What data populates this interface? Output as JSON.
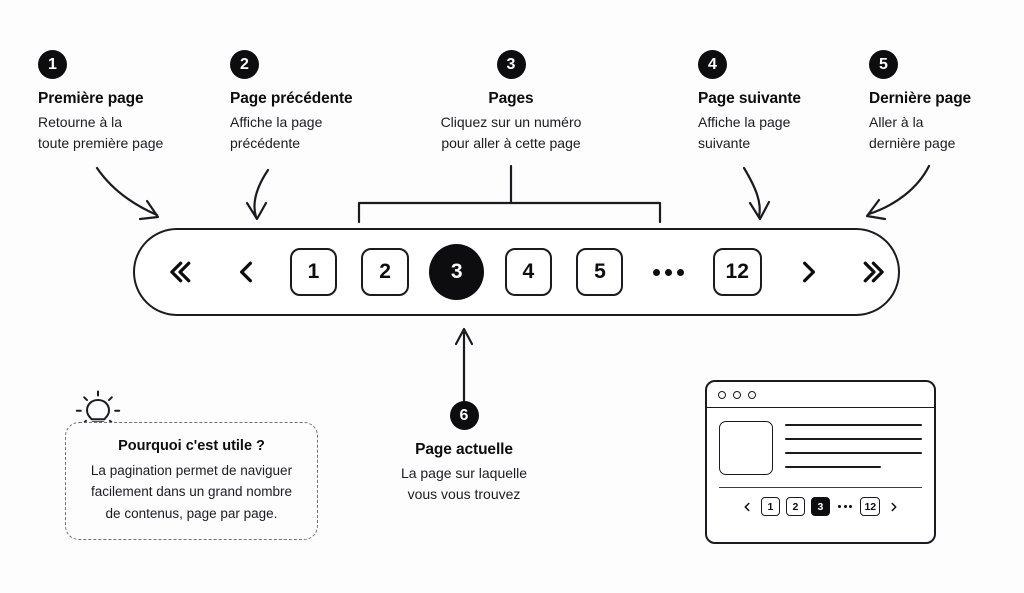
{
  "colors": {
    "background": "#fdfdfd",
    "ink": "#0d0d0f",
    "stroke": "#1a1b1f",
    "muted": "#6f727a",
    "active_fill": "#0d0d0f",
    "active_text": "#ffffff"
  },
  "callouts": [
    {
      "number": "1",
      "title": "Première page",
      "desc": "Retourne à la\ntoute première page"
    },
    {
      "number": "2",
      "title": "Page précédente",
      "desc": "Affiche la page\nprécédente"
    },
    {
      "number": "3",
      "title": "Pages",
      "desc": "Cliquez sur un numéro\npour aller à cette page"
    },
    {
      "number": "4",
      "title": "Page suivante",
      "desc": "Affiche la page\nsuivante"
    },
    {
      "number": "5",
      "title": "Dernière page",
      "desc": "Aller à la\ndernière page"
    },
    {
      "number": "6",
      "title": "Page actuelle",
      "desc": "La page sur laquelle\nvous vous trouvez"
    }
  ],
  "pagination": {
    "first_icon": "chevrons-left-icon",
    "prev_icon": "chevron-left-icon",
    "next_icon": "chevron-right-icon",
    "last_icon": "chevrons-right-icon",
    "ellipsis": "…",
    "pages": [
      "1",
      "2",
      "3",
      "4",
      "5"
    ],
    "last_page": "12",
    "current_page": "3"
  },
  "tip": {
    "icon": "lightbulb-icon",
    "title": "Pourquoi c'est utile ?",
    "text": "La pagination permet de naviguer\nfacilement dans un grand nombre\nde contenus, page par page."
  },
  "browser_mockup": {
    "window_dots": 3,
    "content_lines": 4,
    "pagination": {
      "prev_icon": "chevron-left-icon",
      "next_icon": "chevron-right-icon",
      "pages": [
        "1",
        "2",
        "3"
      ],
      "ellipsis": "…",
      "last_page": "12",
      "current_page": "3"
    }
  }
}
